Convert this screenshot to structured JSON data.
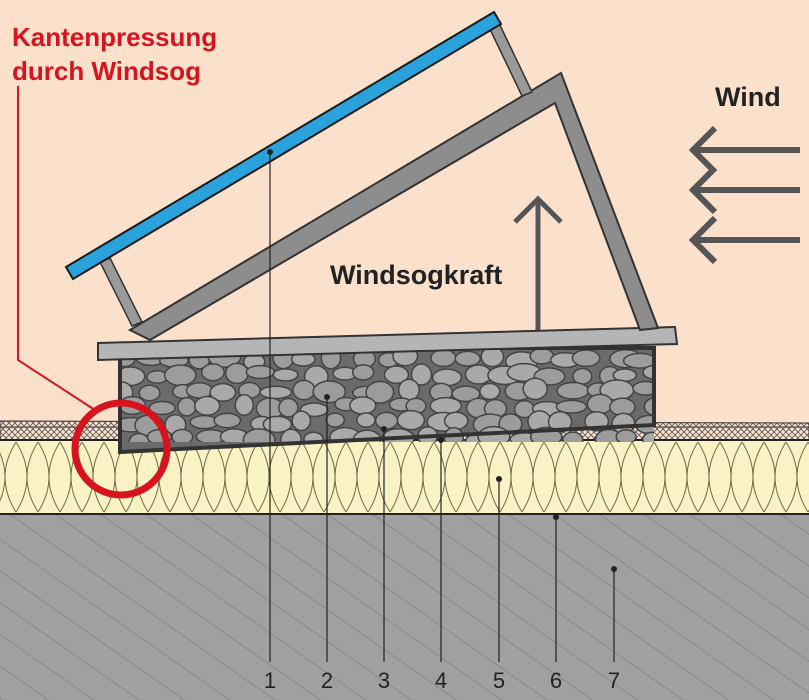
{
  "annotations": {
    "edge_pressure_line1": "Kantenpressung",
    "edge_pressure_line2": "durch Windsog",
    "wind": "Wind",
    "suction_force": "Windsogkraft"
  },
  "callouts": [
    "1",
    "2",
    "3",
    "4",
    "5",
    "6",
    "7"
  ],
  "colors": {
    "background": "#fbe0cc",
    "panel": "#2aa3dc",
    "frame": "#6b6b6b",
    "highlight": "#d7141e",
    "insulation": "#f8f2c4",
    "concrete": "#a0a0a0"
  }
}
